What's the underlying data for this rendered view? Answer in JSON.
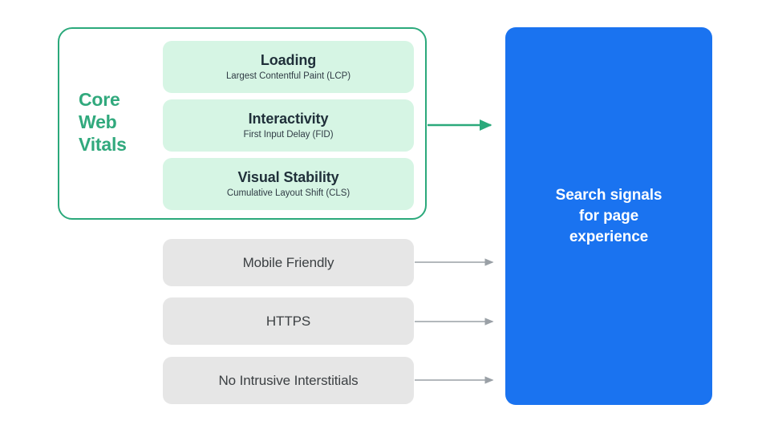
{
  "diagram": {
    "title": "Search signals for page experience",
    "colors": {
      "accent_green": "#31A97D",
      "mint_card": "#D6F5E4",
      "grey_box": "#E6E6E6",
      "brand_blue": "#1A73F0",
      "arrow_grey": "#9AA0A6",
      "text_dark": "#20303A"
    },
    "core_web_vitals": {
      "group_label": "Core\nWeb\nVitals",
      "group_label_lines": [
        "Core",
        "Web",
        "Vitals"
      ],
      "metrics": [
        {
          "title": "Loading",
          "subtitle": "Largest Contentful Paint (LCP)"
        },
        {
          "title": "Interactivity",
          "subtitle": "First Input Delay (FID)"
        },
        {
          "title": "Visual Stability",
          "subtitle": "Cumulative Layout Shift (CLS)"
        }
      ]
    },
    "other_signals": [
      {
        "label": "Mobile Friendly"
      },
      {
        "label": "HTTPS"
      },
      {
        "label": "No Intrusive Interstitials"
      }
    ],
    "result": {
      "label": "Search signals\nfor page\nexperience"
    },
    "connectors": [
      {
        "name": "core-web-vitals-arrow",
        "color": "#31A97D"
      },
      {
        "name": "mobile-friendly-arrow",
        "color": "#9AA0A6"
      },
      {
        "name": "https-arrow",
        "color": "#9AA0A6"
      },
      {
        "name": "no-intrusive-interstitials-arrow",
        "color": "#9AA0A6"
      }
    ]
  }
}
